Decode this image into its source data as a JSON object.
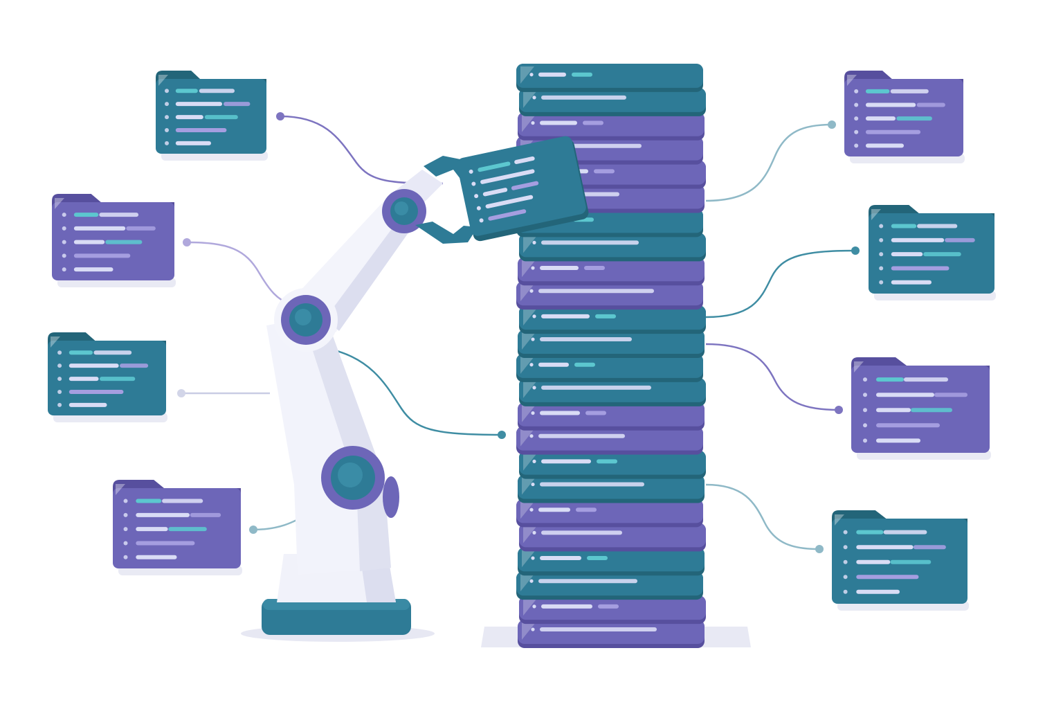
{
  "palette": {
    "teal": "#2e7b96",
    "teal_dark": "#236579",
    "purple": "#6d66b8",
    "purple_dark": "#574f9e",
    "arm_white": "#f3f4fb",
    "arm_shade": "#d9dbee",
    "line_teal": "#3f8da3",
    "line_purple": "#7d74c0",
    "line_soft": "#b6bcd9",
    "code_cyan": "#5cc7cf",
    "code_light": "#d9dcf5",
    "code_lilac": "#a59ee0"
  },
  "folders": [
    {
      "name": "folder-card-left-1",
      "color": "teal"
    },
    {
      "name": "folder-card-left-2",
      "color": "purple"
    },
    {
      "name": "folder-card-left-3",
      "color": "teal"
    },
    {
      "name": "folder-card-left-4",
      "color": "purple"
    },
    {
      "name": "folder-card-right-1",
      "color": "purple"
    },
    {
      "name": "folder-card-right-2",
      "color": "teal"
    },
    {
      "name": "folder-card-right-3",
      "color": "purple"
    },
    {
      "name": "folder-card-right-4",
      "color": "teal"
    }
  ],
  "stack_layers": [
    "teal",
    "teal",
    "purple",
    "purple",
    "purple",
    "purple",
    "teal",
    "teal",
    "purple",
    "purple",
    "teal",
    "teal",
    "teal",
    "teal",
    "purple",
    "purple",
    "teal",
    "teal",
    "purple",
    "purple",
    "teal",
    "teal",
    "purple",
    "purple"
  ],
  "icons": {
    "robot": "robot-arm-icon",
    "stack": "server-stack-icon",
    "held": "held-document-icon"
  }
}
